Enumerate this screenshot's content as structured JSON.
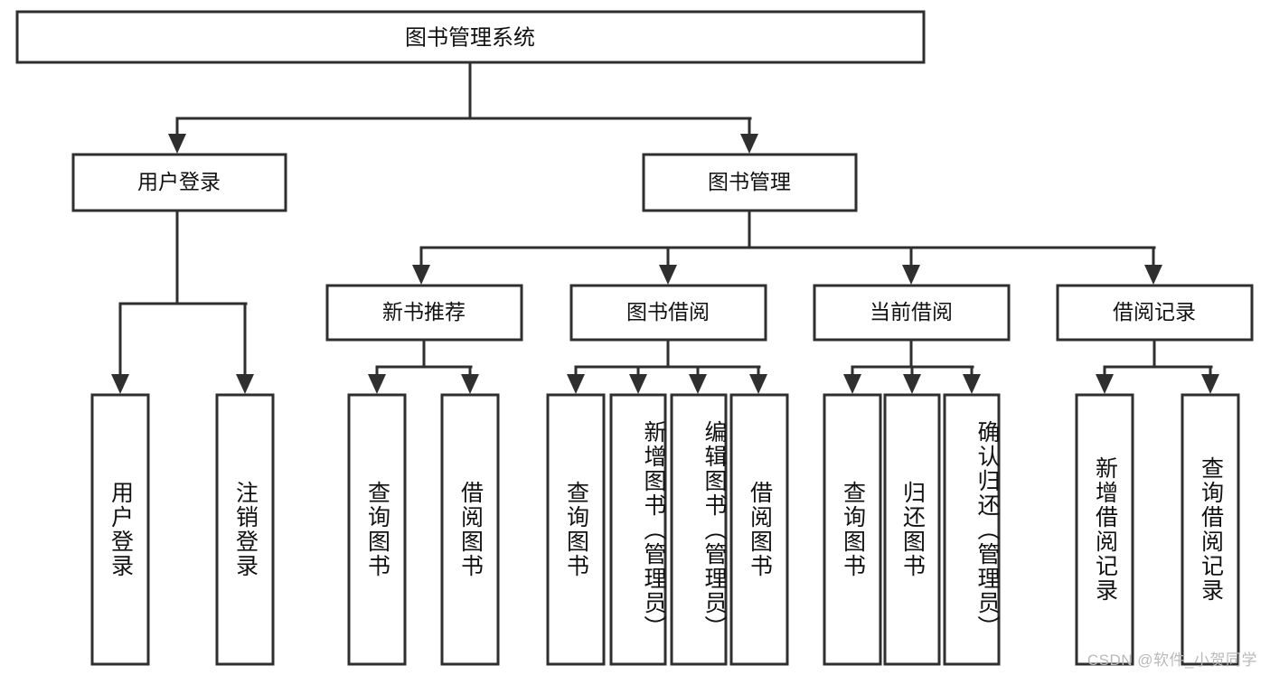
{
  "diagram": {
    "type": "tree",
    "title": "图书管理系统",
    "root": {
      "label": "图书管理系统",
      "orientation": "horizontal"
    },
    "level2": [
      {
        "label": "用户登录"
      },
      {
        "label": "图书管理"
      }
    ],
    "level3": [
      {
        "label": "新书推荐"
      },
      {
        "label": "图书借阅"
      },
      {
        "label": "当前借阅"
      },
      {
        "label": "借阅记录"
      }
    ],
    "leaves": {
      "user_login": [
        {
          "label": "用户登录"
        },
        {
          "label": "注销登录"
        }
      ],
      "new_book_recommend": [
        {
          "label": "查询图书"
        },
        {
          "label": "借阅图书"
        }
      ],
      "book_borrow": [
        {
          "label": "查询图书"
        },
        {
          "label": "新增图书（管理员）"
        },
        {
          "label": "编辑图书（管理员）"
        },
        {
          "label": "借阅图书"
        }
      ],
      "current_borrow": [
        {
          "label": "查询图书"
        },
        {
          "label": "归还图书"
        },
        {
          "label": "确认归还（管理员）"
        }
      ],
      "borrow_record": [
        {
          "label": "新增借阅记录"
        },
        {
          "label": "查询借阅记录"
        }
      ]
    }
  },
  "watermark": {
    "text": "CSDN @软件_小贺同学"
  },
  "colors": {
    "box_stroke": "#2f2f2f",
    "box_fill": "#ffffff",
    "text": "#111111",
    "watermark": "#b9b9b9",
    "background": "#ffffff"
  }
}
